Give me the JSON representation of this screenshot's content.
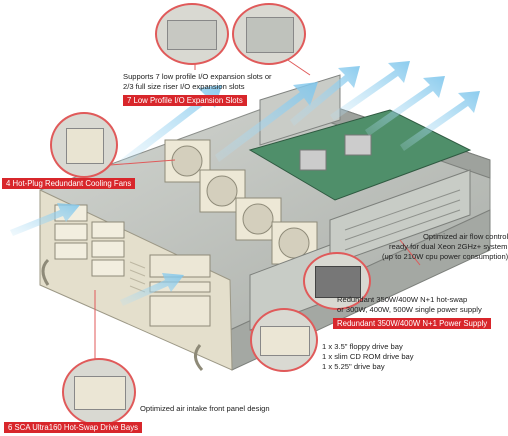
{
  "callouts": {
    "expansion": {
      "text_line1": "Supports 7 low profile I/O expansion slots or",
      "text_line2": "2/3 full size riser I/O expansion slots",
      "label": "7 Low Profile I/O Expansion Slots"
    },
    "fans": {
      "label": "4 Hot-Plug Redundant Cooling Fans"
    },
    "airflow_control": {
      "line1": "Optimized air flow control",
      "line2": "ready for dual Xeon 2GHz+ system",
      "line3": "(up to 210W cpu power consumption)"
    },
    "power": {
      "line1": "Redundant 350W/400W N+1 hot-swap",
      "line2": "or 300W, 400W, 500W single power supply",
      "label": "Redundant 350W/400W N+1 Power Supply"
    },
    "drive_bays": {
      "line1": "1 x 3.5\" floppy drive bay",
      "line2": "1 x slim CD ROM drive bay",
      "line3": "1 x 5.25\" drive bay"
    },
    "air_intake": {
      "text": "Optimized air intake front panel design"
    },
    "hot_swap": {
      "label": "6 SCA Ultra160 Hot-Swap Drive Bays"
    }
  },
  "colors": {
    "accent_red": "#d8262b",
    "chassis": "#bfc3bd",
    "panel_beige": "#e6e1cf",
    "airflow_blue": "#9fd3ef"
  }
}
